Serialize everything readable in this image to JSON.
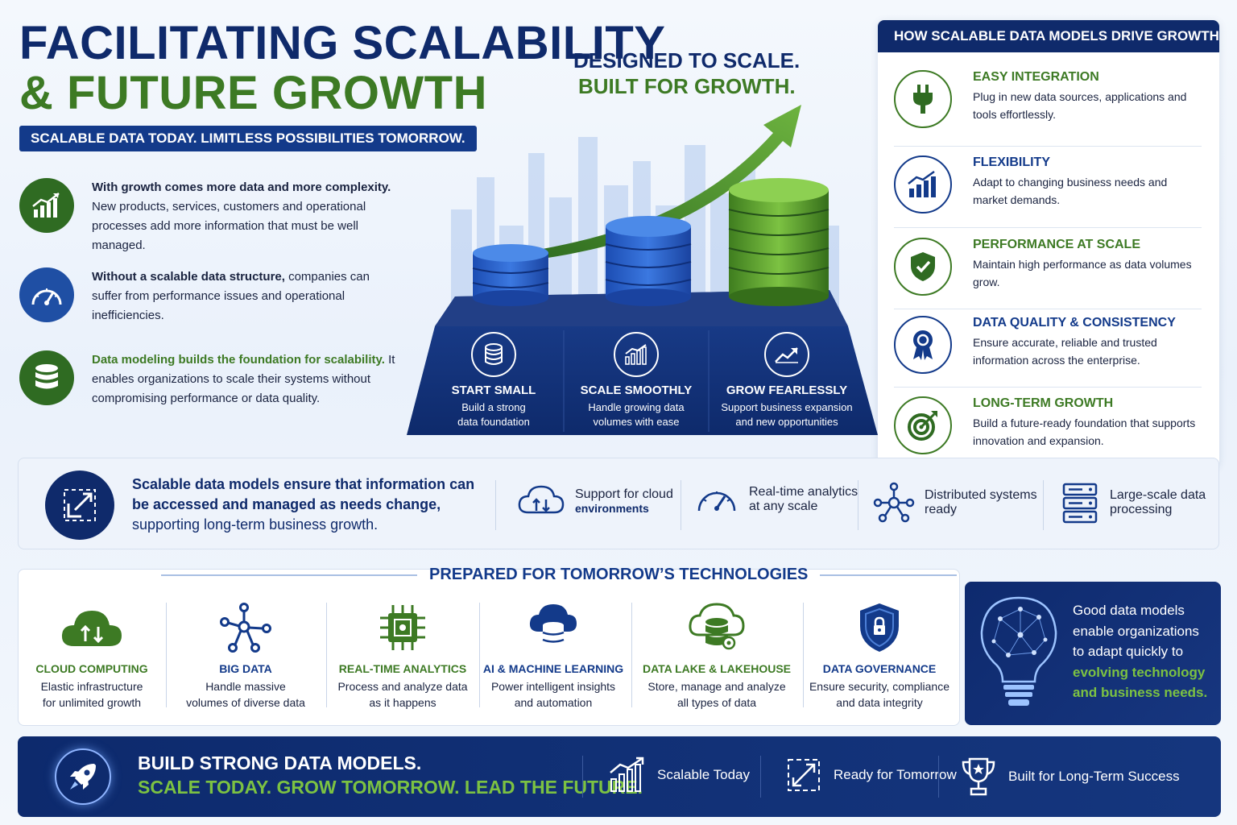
{
  "header": {
    "title_line1": "FACILITATING SCALABILITY",
    "title_line2": "& FUTURE GROWTH",
    "subtitle": "SCALABLE DATA TODAY. LIMITLESS POSSIBILITIES TOMORROW."
  },
  "left_points": [
    {
      "icon": "growth-chart-icon",
      "bold": "With growth comes more data and more complexity.",
      "text": "New products, services, customers and operational processes add more information that must be well managed."
    },
    {
      "icon": "speedometer-icon",
      "bold": "Without a scalable data structure,",
      "text": "companies can suffer from performance issues and operational inefficiencies."
    },
    {
      "icon": "database-icon",
      "bold": "Data modeling builds the foundation for scalability.",
      "text": "It enables organizations to scale their systems without compromising performance or data quality."
    }
  ],
  "hero": {
    "line1": "DESIGNED TO SCALE.",
    "line2": "BUILT FOR GROWTH.",
    "stages": [
      {
        "icon": "database-icon",
        "title": "START SMALL",
        "desc1": "Build a strong",
        "desc2": "data foundation"
      },
      {
        "icon": "bar-growth-icon",
        "title": "SCALE SMOOTHLY",
        "desc1": "Handle growing data",
        "desc2": "volumes with ease"
      },
      {
        "icon": "trend-up-icon",
        "title": "GROW FEARLESSLY",
        "desc1": "Support business expansion",
        "desc2": "and new opportunities"
      }
    ]
  },
  "right_panel": {
    "heading": "HOW SCALABLE DATA MODELS DRIVE GROWTH",
    "items": [
      {
        "icon": "plug-icon",
        "title": "EASY INTEGRATION",
        "text": "Plug in new data sources, applications and tools effortlessly.",
        "color": "#3d7a24"
      },
      {
        "icon": "bar-growth-icon",
        "title": "FLEXIBILITY",
        "text": "Adapt to changing business needs and market demands.",
        "color": "#133a8a"
      },
      {
        "icon": "shield-check-icon",
        "title": "PERFORMANCE AT SCALE",
        "text": "Maintain high performance as data volumes grow.",
        "color": "#3d7a24"
      },
      {
        "icon": "award-ribbon-icon",
        "title": "DATA QUALITY & CONSISTENCY",
        "text": "Ensure accurate, reliable and trusted information across the enterprise.",
        "color": "#133a8a"
      },
      {
        "icon": "target-icon",
        "title": "LONG-TERM GROWTH",
        "text": "Build a future-ready foundation that supports innovation and expansion.",
        "color": "#3d7a24"
      }
    ]
  },
  "middle_band": {
    "bold": "Scalable data models ensure that information can be accessed and managed as needs change,",
    "text": "supporting long-term business growth.",
    "features": [
      {
        "icon": "cloud-sync-icon",
        "line1": "Support for cloud",
        "line2": "environments"
      },
      {
        "icon": "speedometer-icon",
        "line1": "Real-time analytics",
        "line2": "at any scale"
      },
      {
        "icon": "network-nodes-icon",
        "line1": "Distributed systems",
        "line2": "ready"
      },
      {
        "icon": "server-stack-icon",
        "line1": "Large-scale data",
        "line2": "processing"
      }
    ]
  },
  "prepared": {
    "title": "PREPARED FOR TOMORROW’S TECHNOLOGIES",
    "items": [
      {
        "icon": "cloud-sync-icon",
        "title": "CLOUD COMPUTING",
        "line1": "Elastic infrastructure",
        "line2": "for unlimited growth",
        "color": "#3d7a24"
      },
      {
        "icon": "network-nodes-icon",
        "title": "BIG DATA",
        "line1": "Handle massive",
        "line2": "volumes of diverse data",
        "color": "#133a8a"
      },
      {
        "icon": "chip-icon",
        "title": "REAL-TIME ANALYTICS",
        "line1": "Process and analyze data",
        "line2": "as it happens",
        "color": "#3d7a24"
      },
      {
        "icon": "cloud-database-icon",
        "title": "AI & MACHINE LEARNING",
        "line1": "Power intelligent insights",
        "line2": "and automation",
        "color": "#133a8a"
      },
      {
        "icon": "database-cloud-icon",
        "title": "DATA LAKE & LAKEHOUSE",
        "line1": "Store, manage and analyze",
        "line2": "all types of data",
        "color": "#3d7a24"
      },
      {
        "icon": "shield-lock-icon",
        "title": "DATA GOVERNANCE",
        "line1": "Ensure security, compliance",
        "line2": "and data integrity",
        "color": "#133a8a"
      }
    ],
    "bulb_text_white": "Good data models enable organizations to adapt quickly to",
    "bulb_text_green": "evolving technology and business needs."
  },
  "footer": {
    "line1": "BUILD STRONG DATA MODELS.",
    "line2": "SCALE TODAY. GROW TOMORROW. LEAD THE FUTURE.",
    "features": [
      {
        "icon": "bar-growth-icon",
        "label": "Scalable Today"
      },
      {
        "icon": "expand-arrows-icon",
        "label": "Ready for Tomorrow"
      },
      {
        "icon": "trophy-icon",
        "label": "Built for Long-Term Success"
      }
    ]
  }
}
